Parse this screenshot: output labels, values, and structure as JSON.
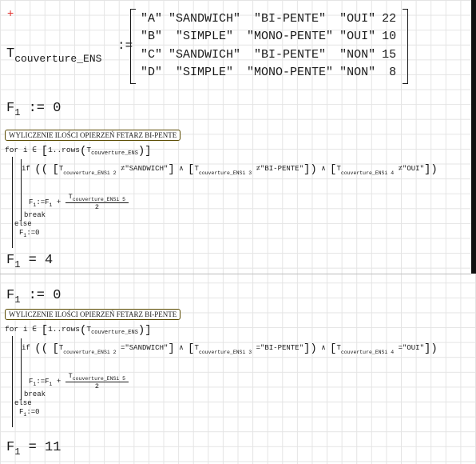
{
  "marker": "+",
  "matrix_def": {
    "name_main": "T",
    "name_sub": "couverture_ENS",
    "assign": ":=",
    "rows": [
      [
        "\"A\"",
        "\"SANDWICH\"",
        "\"BI-PENTE\"",
        "\"OUI\"",
        "22"
      ],
      [
        "\"B\"",
        "\"SIMPLE\"",
        "\"MONO-PENTE\"",
        "\"OUI\"",
        "10"
      ],
      [
        "\"C\"",
        "\"SANDWICH\"",
        "\"BI-PENTE\"",
        "\"NON\"",
        "15"
      ],
      [
        "\"D\"",
        "\"SIMPLE\"",
        "\"MONO-PENTE\"",
        "\"NON\"",
        "8"
      ]
    ]
  },
  "block1": {
    "init_main": "F",
    "init_sub": "1",
    "init_op": ":=",
    "init_val": "0",
    "label": "WYLICZENIE ILOŚCI OPIERZEŃ FETARZ BI-PENTE",
    "for_kw": "for",
    "for_var": "i",
    "for_in": "∈",
    "for_range": "1..rows",
    "tname": "T",
    "tsub": "couverture_ENS",
    "if_kw": "if",
    "cond1_op": "≠",
    "cond1_str": "\"SANDWICH\"",
    "idx1": "i 2",
    "cond2_op": "≠",
    "cond2_str": "\"BI-PENTE\"",
    "idx2": "i 3",
    "cond3_op": "≠",
    "cond3_str": "\"OUI\"",
    "idx3": "i 4",
    "and": "∧",
    "fvar": "F",
    "fsub": "1",
    "assign": ":=",
    "plus": "+",
    "idx5": "i 5",
    "denom": "2",
    "break_kw": "break",
    "else_kw": "else",
    "zero": "0",
    "res_main": "F",
    "res_sub": "1",
    "res_op": "=",
    "res_val": "4"
  },
  "block2": {
    "init_main": "F",
    "init_sub": "1",
    "init_op": ":=",
    "init_val": "0",
    "label": "WYLICZENIE ILOŚCI OPIERZEŃ FETARZ BI-PENTE",
    "for_kw": "for",
    "for_var": "i",
    "for_in": "∈",
    "for_range": "1..rows",
    "tname": "T",
    "tsub": "couverture_ENS",
    "if_kw": "if",
    "cond1_op": "=",
    "cond1_str": "\"SANDWICH\"",
    "idx1": "i 2",
    "cond2_op": "=",
    "cond2_str": "\"BI-PENTE\"",
    "idx2": "i 3",
    "cond3_op": "=",
    "cond3_str": "\"OUI\"",
    "idx3": "i 4",
    "and": "∧",
    "fvar": "F",
    "fsub": "1",
    "assign": ":=",
    "plus": "+",
    "idx5": "i 5",
    "denom": "2",
    "break_kw": "break",
    "else_kw": "else",
    "zero": "0",
    "res_main": "F",
    "res_sub": "1",
    "res_op": "=",
    "res_val": "11"
  }
}
